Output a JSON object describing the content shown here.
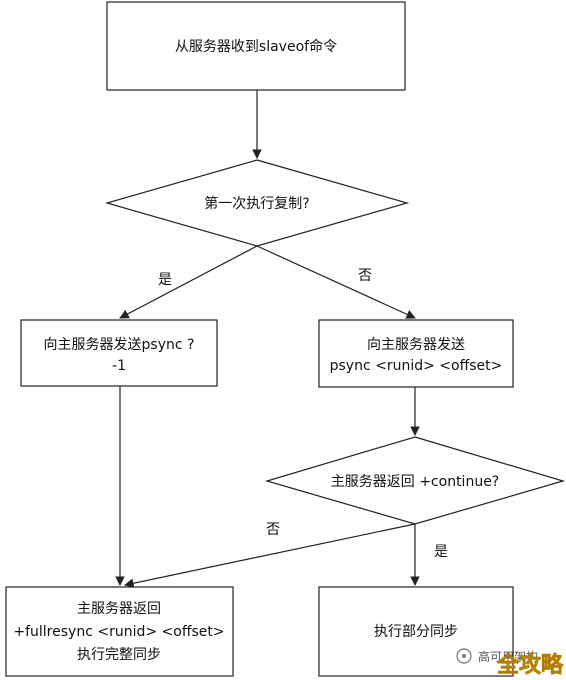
{
  "nodes": {
    "start": {
      "lines": [
        "从服务器收到slaveof命令"
      ]
    },
    "first_sync": {
      "lines": [
        "第一次执行复制?"
      ]
    },
    "send_psync_full": {
      "lines": [
        "向主服务器发送psync ?",
        "-1"
      ]
    },
    "send_psync_partial": {
      "lines": [
        "向主服务器发送",
        "psync <runid> <offset>"
      ]
    },
    "continue_check": {
      "lines": [
        "主服务器返回 +continue?"
      ]
    },
    "fullresync": {
      "lines": [
        "主服务器返回",
        "+fullresync <runid> <offset>",
        "执行完整同步"
      ]
    },
    "partial_sync": {
      "lines": [
        "执行部分同步"
      ]
    }
  },
  "edge_labels": {
    "first_yes": "是",
    "first_no": "否",
    "continue_no": "否",
    "continue_yes": "是"
  },
  "watermark": {
    "text": "高可用架构",
    "brand": "全攻略"
  },
  "colors": {
    "stroke": "#222222",
    "background": "#ffffff",
    "text": "#111111"
  }
}
